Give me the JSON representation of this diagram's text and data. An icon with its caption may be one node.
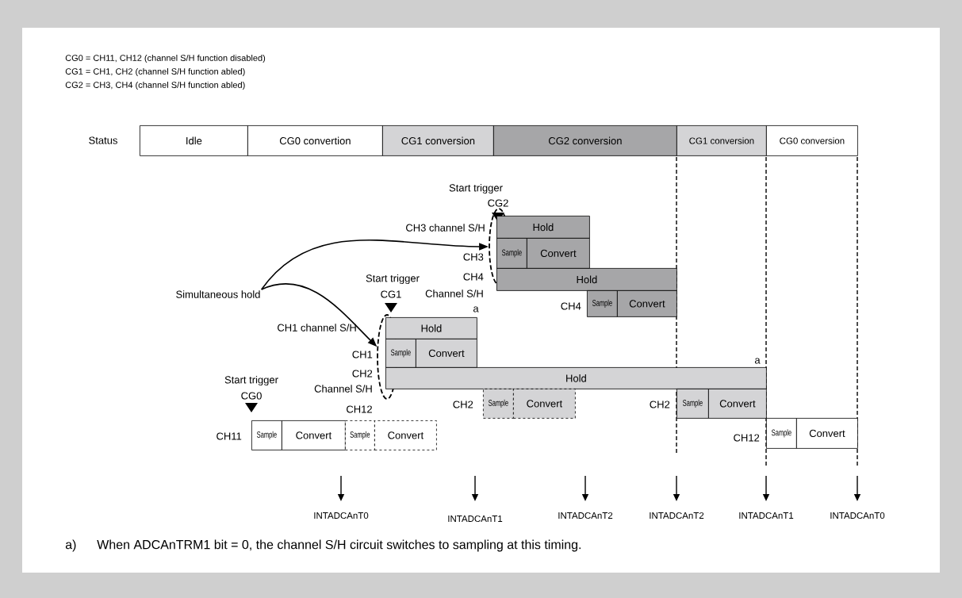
{
  "diagram": {
    "nodes": [
      {
        "text": [
          "Idle"
        ]
      },
      {
        "text": [
          "CG0 convertion"
        ]
      },
      {
        "text": [
          "CG1 conversion"
        ]
      },
      {
        "text": [
          "CG2 conversion"
        ]
      },
      {
        "text": [
          "CG1 conversion"
        ]
      },
      {
        "text": [
          "CG0 conversion"
        ]
      },
      {
        "text": [],
        "shape": "ellipse"
      },
      {
        "text": [
          "Hold"
        ]
      },
      {
        "text": [
          "Sample"
        ]
      },
      {
        "text": [
          "Convert"
        ]
      },
      {
        "text": [
          "Hold"
        ]
      },
      {
        "text": [
          "Simultaneous hold"
        ]
      },
      {
        "text": [
          "Sample"
        ]
      },
      {
        "text": [
          "Convert"
        ]
      },
      {
        "text": [],
        "shape": "ellipse"
      },
      {
        "text": [
          "Hold"
        ]
      },
      {
        "text": [
          "Sample"
        ]
      },
      {
        "text": [
          "Convert"
        ]
      },
      {
        "text": [
          "Hold"
        ]
      },
      {
        "text": [
          "Sample"
        ]
      },
      {
        "text": [
          "Convert"
        ]
      },
      {
        "text": [
          "Sample"
        ]
      },
      {
        "text": [
          "Convert"
        ]
      },
      {
        "text": [
          "Sample"
        ]
      },
      {
        "text": [
          "Convert"
        ]
      },
      {
        "text": [
          "Sample"
        ]
      },
      {
        "text": [
          "Convert"
        ]
      },
      {
        "text": [
          "Sample"
        ]
      },
      {
        "text": [
          "Convert"
        ]
      }
    ],
    "edges": [
      {
        "from": 11,
        "to": 6,
        "arrow": "to"
      },
      {
        "from": 11,
        "to": 14,
        "arrow": "to"
      }
    ],
    "labels": [
      "CG0 = CH11, CH12 (channel S/H function disabled)",
      "CG1 = CH1, CH2 (channel S/H function abled)",
      "CG2 = CH3, CH4 (channel S/H function abled)",
      "Status",
      "Start trigger",
      "CG2",
      "CH3 channel S/H",
      "CH3",
      "CH4",
      "Channel S/H",
      "CH4",
      "Start trigger",
      "CG1",
      "a",
      "CH1 channel S/H",
      "CH1",
      "CH2",
      "Channel S/H",
      "a",
      "Start trigger",
      "CG0",
      "CH2",
      "CH2",
      "CH12",
      "CH11",
      "CH12",
      "INTADCAnT0",
      "INTADCAnT1",
      "INTADCAnT2",
      "INTADCAnT2",
      "INTADCAnT1",
      "INTADCAnT0",
      "a)",
      "When ADCAnTRM1 bit = 0, the channel S/H circuit switches to sampling at this timing."
    ]
  }
}
